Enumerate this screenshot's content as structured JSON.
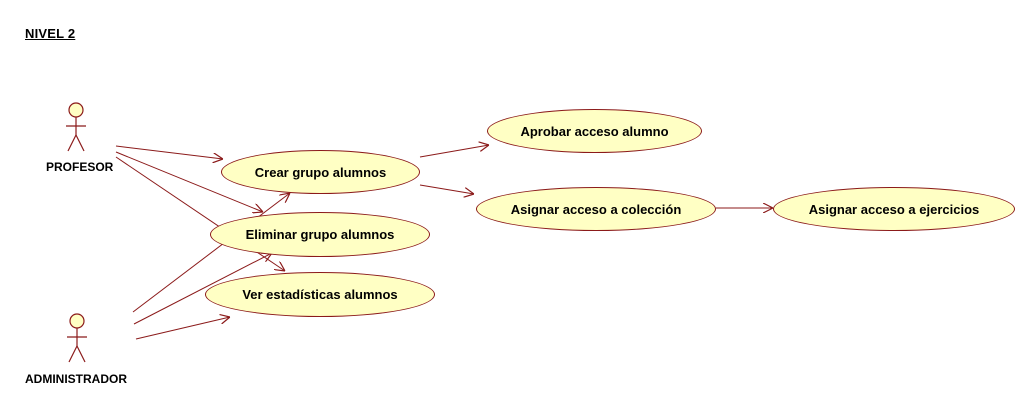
{
  "title": "NIVEL 2",
  "colors": {
    "line": "#8b1a1a",
    "usecase_fill": "#ffffc4",
    "actor_fill": "#ffffc4"
  },
  "actors": [
    {
      "id": "profesor",
      "label": "PROFESOR"
    },
    {
      "id": "administrador",
      "label": "ADMINISTRADOR"
    }
  ],
  "use_cases": [
    {
      "id": "crear-grupo",
      "label": "Crear grupo alumnos"
    },
    {
      "id": "eliminar-grupo",
      "label": "Eliminar grupo alumnos"
    },
    {
      "id": "ver-estadisticas",
      "label": "Ver estadísticas alumnos"
    },
    {
      "id": "aprobar-acceso",
      "label": "Aprobar acceso alumno"
    },
    {
      "id": "asignar-coleccion",
      "label": "Asignar acceso a colección"
    },
    {
      "id": "asignar-ejercicios",
      "label": "Asignar acceso a ejercicios"
    }
  ],
  "relations": [
    {
      "from": "profesor",
      "to": "crear-grupo"
    },
    {
      "from": "profesor",
      "to": "eliminar-grupo"
    },
    {
      "from": "profesor",
      "to": "ver-estadisticas"
    },
    {
      "from": "administrador",
      "to": "crear-grupo"
    },
    {
      "from": "administrador",
      "to": "eliminar-grupo"
    },
    {
      "from": "administrador",
      "to": "ver-estadisticas"
    },
    {
      "from": "crear-grupo",
      "to": "aprobar-acceso"
    },
    {
      "from": "crear-grupo",
      "to": "asignar-coleccion"
    },
    {
      "from": "asignar-coleccion",
      "to": "asignar-ejercicios"
    }
  ]
}
